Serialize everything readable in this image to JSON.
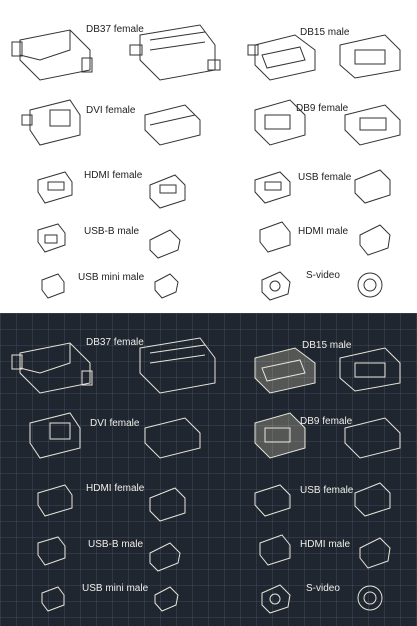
{
  "palette": {
    "light_bg": "#ffffff",
    "light_ink": "#333333",
    "dark_bg": "#1f2630",
    "dark_ink": "#e8e4d8",
    "accent": "#f3edc9"
  },
  "panels": {
    "light": {
      "labels": [
        "DB37 female",
        "DB15 male",
        "DVI female",
        "DB9 female",
        "HDMI female",
        "USB female",
        "USB-B male",
        "HDMI male",
        "USB mini male",
        "S-video"
      ]
    },
    "dark": {
      "labels": [
        "DB37 female",
        "DB15 male",
        "DVI female",
        "DB9 female",
        "HDMI female",
        "USB female",
        "USB-B male",
        "HDMI male",
        "USB mini male",
        "S-video"
      ]
    }
  }
}
